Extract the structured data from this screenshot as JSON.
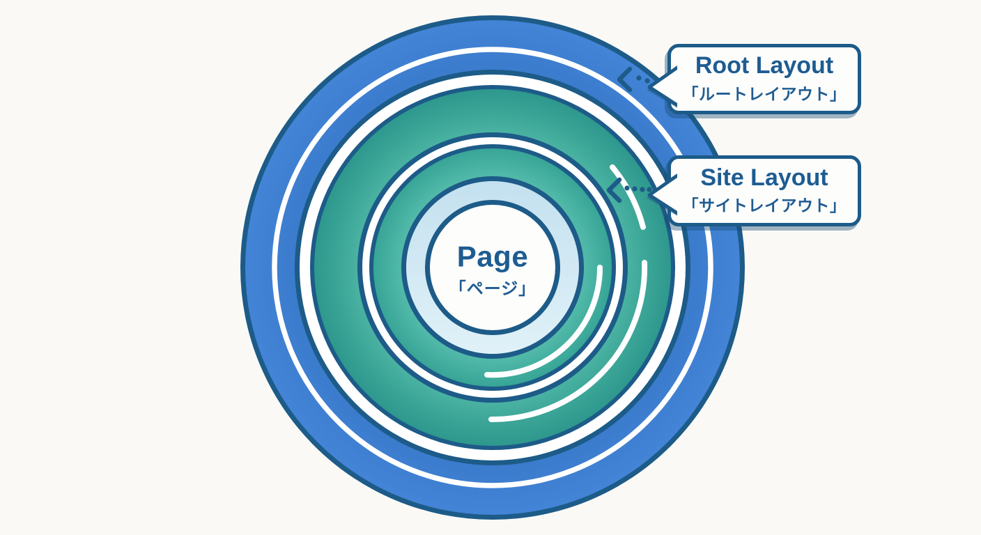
{
  "center": {
    "en": "Page",
    "ja": "「ページ」"
  },
  "callouts": [
    {
      "id": "root-layout",
      "en": "Root Layout",
      "ja": "「ルートレイアウト」"
    },
    {
      "id": "site-layout",
      "en": "Site Layout",
      "ja": "「サイトレイアウト」"
    }
  ],
  "colors": {
    "background": "#faf9f6",
    "outline_navy": "#1d5b88",
    "text_navy": "#1e5c92",
    "ring_blue": "#3f80d2",
    "ring_teal_outer": "#2e988e",
    "ring_teal_inner": "#4bb4a4",
    "ring_pale_blue": "#cfe7f3",
    "center_white": "#fdfdfb",
    "highlight_white": "#ffffff"
  }
}
